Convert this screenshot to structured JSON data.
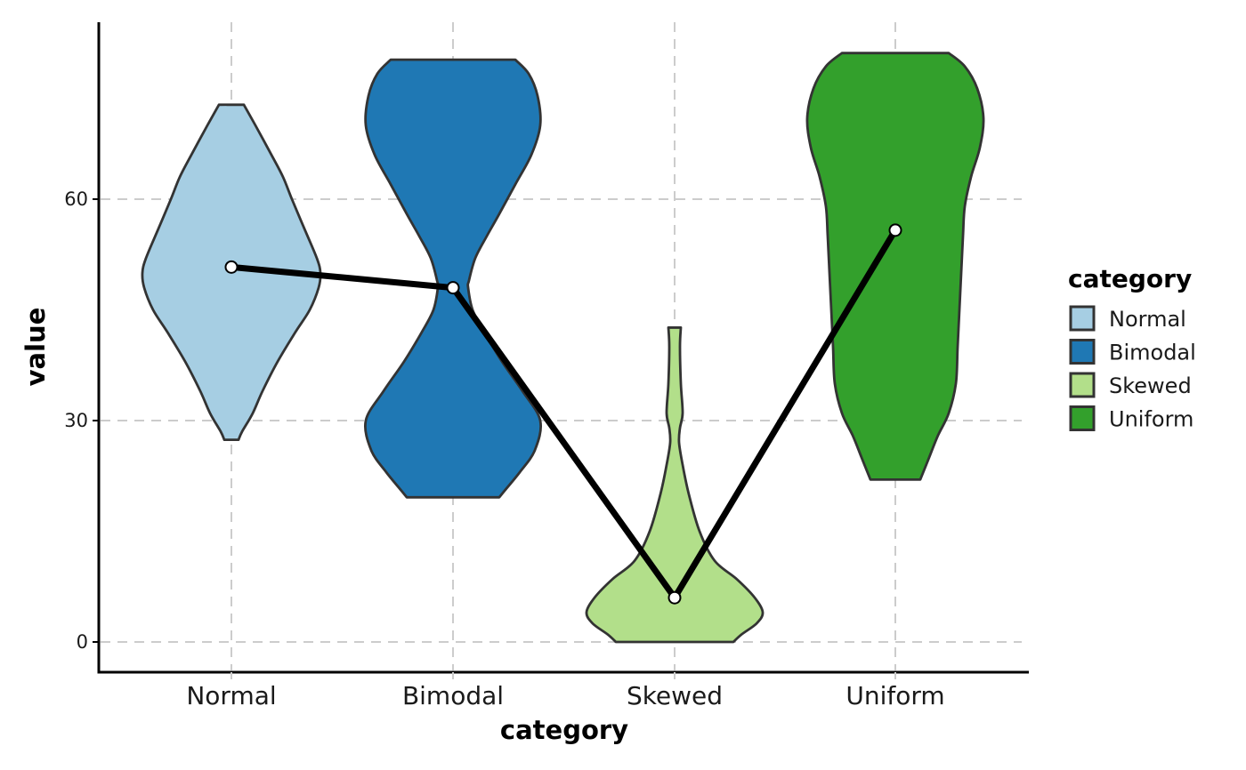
{
  "chart_data": {
    "type": "violin",
    "title": "",
    "xlabel": "category",
    "ylabel": "value",
    "categories": [
      "Normal",
      "Bimodal",
      "Skewed",
      "Uniform"
    ],
    "ylim": [
      -4,
      84
    ],
    "yticks": [
      0,
      30,
      60
    ],
    "ytick_labels": [
      "0",
      "30",
      "60"
    ],
    "grid": true,
    "legend": {
      "title": "category",
      "position": "right",
      "entries": [
        "Normal",
        "Bimodal",
        "Skewed",
        "Uniform"
      ]
    },
    "colors": {
      "Normal": "#a6cee3",
      "Bimodal": "#1f78b4",
      "Skewed": "#b2df8a",
      "Uniform": "#33a02c"
    },
    "means": {
      "Normal": 50.8,
      "Bimodal": 48.0,
      "Skewed": 6.0,
      "Uniform": 55.8
    },
    "ranges": {
      "Normal": [
        27.4,
        72.8
      ],
      "Bimodal": [
        19.6,
        78.9
      ],
      "Skewed": [
        0.0,
        42.6
      ],
      "Uniform": [
        22.0,
        79.8
      ]
    },
    "density_profiles": {
      "Normal": [
        [
          72.8,
          0.14
        ],
        [
          70,
          0.27
        ],
        [
          66,
          0.45
        ],
        [
          63,
          0.58
        ],
        [
          60,
          0.68
        ],
        [
          56,
          0.82
        ],
        [
          52,
          0.96
        ],
        [
          50,
          1.0
        ],
        [
          48,
          0.98
        ],
        [
          45,
          0.88
        ],
        [
          42,
          0.72
        ],
        [
          38,
          0.52
        ],
        [
          34,
          0.35
        ],
        [
          31,
          0.24
        ],
        [
          28.5,
          0.12
        ],
        [
          27.4,
          0.08
        ]
      ],
      "Bimodal": [
        [
          78.9,
          0.7
        ],
        [
          77,
          0.85
        ],
        [
          74,
          0.95
        ],
        [
          70,
          0.98
        ],
        [
          66,
          0.88
        ],
        [
          62,
          0.7
        ],
        [
          58,
          0.52
        ],
        [
          55,
          0.38
        ],
        [
          52,
          0.25
        ],
        [
          49,
          0.18
        ],
        [
          48,
          0.17
        ],
        [
          45,
          0.22
        ],
        [
          42,
          0.35
        ],
        [
          38,
          0.55
        ],
        [
          34,
          0.78
        ],
        [
          30,
          0.98
        ],
        [
          26,
          0.92
        ],
        [
          23,
          0.75
        ],
        [
          20.5,
          0.58
        ],
        [
          19.6,
          0.52
        ]
      ],
      "Skewed": [
        [
          42.6,
          0.07
        ],
        [
          40,
          0.06
        ],
        [
          35,
          0.07
        ],
        [
          31,
          0.09
        ],
        [
          29,
          0.06
        ],
        [
          27,
          0.05
        ],
        [
          24,
          0.09
        ],
        [
          20,
          0.16
        ],
        [
          15,
          0.28
        ],
        [
          11,
          0.45
        ],
        [
          8.5,
          0.7
        ],
        [
          6,
          0.9
        ],
        [
          4,
          0.99
        ],
        [
          2.5,
          0.92
        ],
        [
          1,
          0.75
        ],
        [
          0,
          0.66
        ]
      ],
      "Uniform": [
        [
          79.8,
          0.6
        ],
        [
          78,
          0.78
        ],
        [
          75,
          0.92
        ],
        [
          71,
          0.99
        ],
        [
          67,
          0.95
        ],
        [
          63,
          0.85
        ],
        [
          59,
          0.78
        ],
        [
          55,
          0.76
        ],
        [
          50,
          0.74
        ],
        [
          45,
          0.72
        ],
        [
          40,
          0.7
        ],
        [
          35,
          0.68
        ],
        [
          31,
          0.6
        ],
        [
          28,
          0.48
        ],
        [
          25,
          0.38
        ],
        [
          22,
          0.28
        ]
      ]
    }
  }
}
